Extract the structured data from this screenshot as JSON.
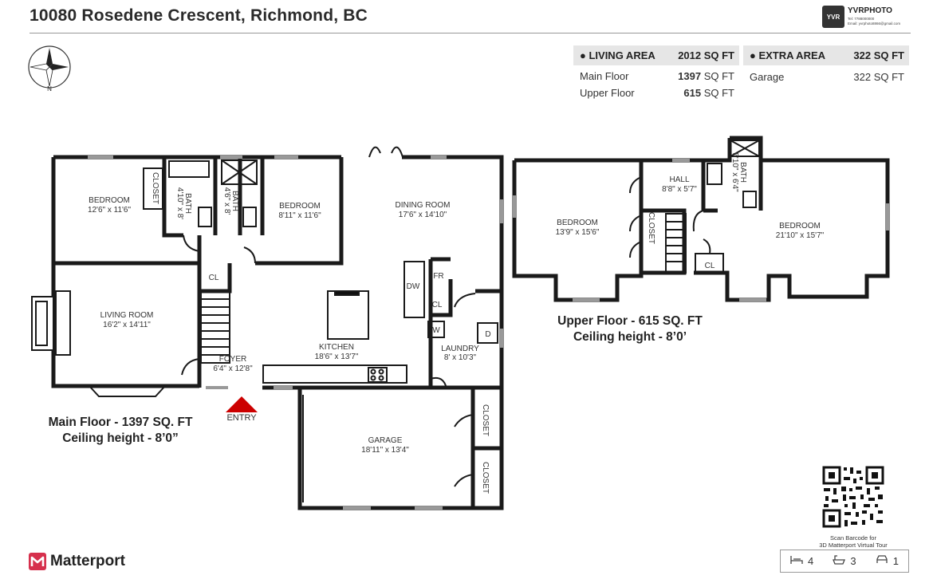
{
  "header": {
    "address": "10080 Rosedene Crescent, Richmond, BC",
    "brand_name": "YVRPHOTO",
    "brand_logo_text": "YVR",
    "brand_tel": "Tel: 7788000000",
    "brand_email": "Email: yvrphoto8866@gmail.com"
  },
  "living_area": {
    "label": "LIVING AREA",
    "total": "2012 SQ FT",
    "rows": [
      {
        "name": "Main Floor",
        "num": "1397",
        "unit": "SQ FT"
      },
      {
        "name": "Upper Floor",
        "num": "615",
        "unit": "SQ FT"
      }
    ]
  },
  "extra_area": {
    "label": "EXTRA AREA",
    "total": "322 SQ FT",
    "rows": [
      {
        "name": "Garage",
        "value": "322 SQ FT"
      }
    ]
  },
  "compass": {
    "north_label": "N"
  },
  "main_floor": {
    "label_line1": "Main Floor - 1397 SQ. FT",
    "label_line2": "Ceiling height - 8’0”",
    "entry_label": "ENTRY",
    "rooms": {
      "bedroom1": {
        "name": "BEDROOM",
        "dims": "12'6\" x 11'6\""
      },
      "closet1": "CLOSET",
      "bath1": {
        "name": "BATH",
        "dims": "4'10\" x 8'"
      },
      "bath2": {
        "name": "BATH",
        "dims": "4'6\" x 8'"
      },
      "bedroom2": {
        "name": "BEDROOM",
        "dims": "8'11\" x 11'6\""
      },
      "dining": {
        "name": "DINING ROOM",
        "dims": "17'6\" x 14'10\""
      },
      "living": {
        "name": "LIVING ROOM",
        "dims": "16'2\" x 14'11\""
      },
      "kitchen": {
        "name": "KITCHEN",
        "dims": "18'6\" x 13'7\""
      },
      "foyer": {
        "name": "FOYER",
        "dims": "6'4\" x 12'8\""
      },
      "laundry": {
        "name": "LAUNDRY",
        "dims": "8' x 10'3\""
      },
      "garage": {
        "name": "GARAGE",
        "dims": "18'11\" x 13'4\""
      },
      "cl_foyer": "CL",
      "cl_kitchen": "CL",
      "fr": "FR",
      "dw": "DW",
      "w": "W",
      "d": "D",
      "garage_closet1": "CLOSET",
      "garage_closet2": "CLOSET"
    }
  },
  "upper_floor": {
    "label_line1": "Upper Floor - 615 SQ. FT",
    "label_line2": "Ceiling height - 8’0’",
    "rooms": {
      "bedroom_left": {
        "name": "BEDROOM",
        "dims": "13'9\" x 15'6\""
      },
      "closet": "CLOSET",
      "hall": {
        "name": "HALL",
        "dims": "8'8\" x 5'7\""
      },
      "bath": {
        "name": "BATH",
        "dims": "5'10\" x 6'4\""
      },
      "cl": "CL",
      "bedroom_right": {
        "name": "BEDROOM",
        "dims": "21'10\" x 15'7\""
      }
    }
  },
  "footer": {
    "matterport": "Matterport",
    "qr_caption_1": "Scan Barcode for",
    "qr_caption_2": "3D Matterport Virtual Tour",
    "bedrooms": "4",
    "bathrooms": "3",
    "garage": "1"
  }
}
